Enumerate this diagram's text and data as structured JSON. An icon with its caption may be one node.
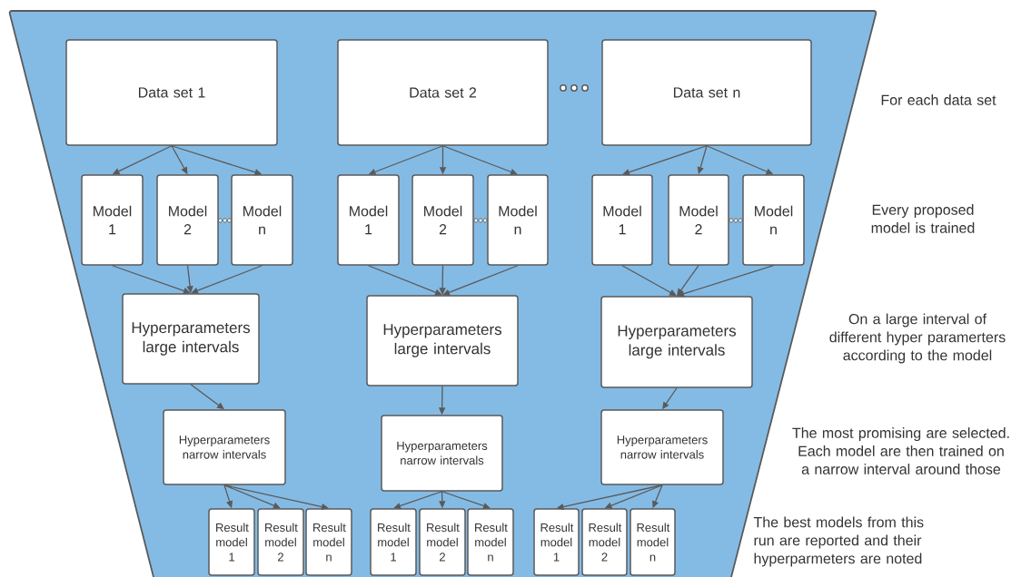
{
  "diagram": {
    "nodes": [
      {
        "text": [
          "Data set 1"
        ]
      },
      {
        "text": [
          "Data set 2"
        ]
      },
      {
        "text": [
          "Data set n"
        ]
      },
      {
        "text": [
          "Model 1"
        ]
      },
      {
        "text": [
          "Model 2"
        ]
      },
      {
        "text": [
          "Model n"
        ]
      },
      {
        "text": [
          "Model 1"
        ]
      },
      {
        "text": [
          "Model 2"
        ]
      },
      {
        "text": [
          "Model n"
        ]
      },
      {
        "text": [
          "Model 1"
        ]
      },
      {
        "text": [
          "Model 2"
        ]
      },
      {
        "text": [
          "Model n"
        ]
      },
      {
        "text": [
          "Hyperparameters large intervals"
        ]
      },
      {
        "text": [
          "Hyperparameters large intervals"
        ]
      },
      {
        "text": [
          "Hyperparameters large intervals"
        ]
      },
      {
        "text": [
          "Hyperparameters narrow intervals"
        ]
      },
      {
        "text": [
          "Hyperparameters narrow intervals"
        ]
      },
      {
        "text": [
          "Hyperparameters narrow intervals"
        ]
      },
      {
        "text": [
          "Result model 1"
        ]
      },
      {
        "text": [
          "Result model 2"
        ]
      },
      {
        "text": [
          "Result model n"
        ]
      },
      {
        "text": [
          "Result model 1"
        ]
      },
      {
        "text": [
          "Result model 2"
        ]
      },
      {
        "text": [
          "Result model n"
        ]
      },
      {
        "text": [
          "Result model 1"
        ]
      },
      {
        "text": [
          "Result model 2"
        ]
      },
      {
        "text": [
          "Result model n"
        ]
      }
    ],
    "edges": [
      {
        "from": 0,
        "to": 3,
        "arrow": "to"
      },
      {
        "from": 0,
        "to": 4,
        "arrow": "to"
      },
      {
        "from": 0,
        "to": 5,
        "arrow": "to"
      },
      {
        "from": 1,
        "to": 6,
        "arrow": "to"
      },
      {
        "from": 1,
        "to": 7,
        "arrow": "to"
      },
      {
        "from": 1,
        "to": 8,
        "arrow": "to"
      },
      {
        "from": 2,
        "to": 9,
        "arrow": "to"
      },
      {
        "from": 2,
        "to": 10,
        "arrow": "to"
      },
      {
        "from": 2,
        "to": 11,
        "arrow": "to"
      },
      {
        "from": 3,
        "to": 12,
        "arrow": "to"
      },
      {
        "from": 4,
        "to": 12,
        "arrow": "to"
      },
      {
        "from": 5,
        "to": 12,
        "arrow": "to"
      },
      {
        "from": 6,
        "to": 13,
        "arrow": "to"
      },
      {
        "from": 7,
        "to": 13,
        "arrow": "to"
      },
      {
        "from": 8,
        "to": 13,
        "arrow": "to"
      },
      {
        "from": 9,
        "to": 14,
        "arrow": "to"
      },
      {
        "from": 10,
        "to": 14,
        "arrow": "to"
      },
      {
        "from": 11,
        "to": 14,
        "arrow": "to"
      },
      {
        "from": 12,
        "to": 15,
        "arrow": "to"
      },
      {
        "from": 13,
        "to": 16,
        "arrow": "to"
      },
      {
        "from": 14,
        "to": 17,
        "arrow": "to"
      },
      {
        "from": 15,
        "to": 18,
        "arrow": "to"
      },
      {
        "from": 15,
        "to": 19,
        "arrow": "to"
      },
      {
        "from": 15,
        "to": 20,
        "arrow": "to"
      },
      {
        "from": 16,
        "to": 21,
        "arrow": "to"
      },
      {
        "from": 16,
        "to": 22,
        "arrow": "to"
      },
      {
        "from": 16,
        "to": 23,
        "arrow": "to"
      },
      {
        "from": 17,
        "to": 24,
        "arrow": "to"
      },
      {
        "from": 17,
        "to": 25,
        "arrow": "to"
      },
      {
        "from": 17,
        "to": 26,
        "arrow": "to"
      }
    ],
    "labels": [
      "For each data set",
      "Every proposed model is trained",
      "On a large interval of different hyper paramerters according to the model",
      "The most promising are selected. Each model are then trained on a narrow interval around those",
      "The best models from this run are reported and their hyperparmeters are noted"
    ]
  }
}
